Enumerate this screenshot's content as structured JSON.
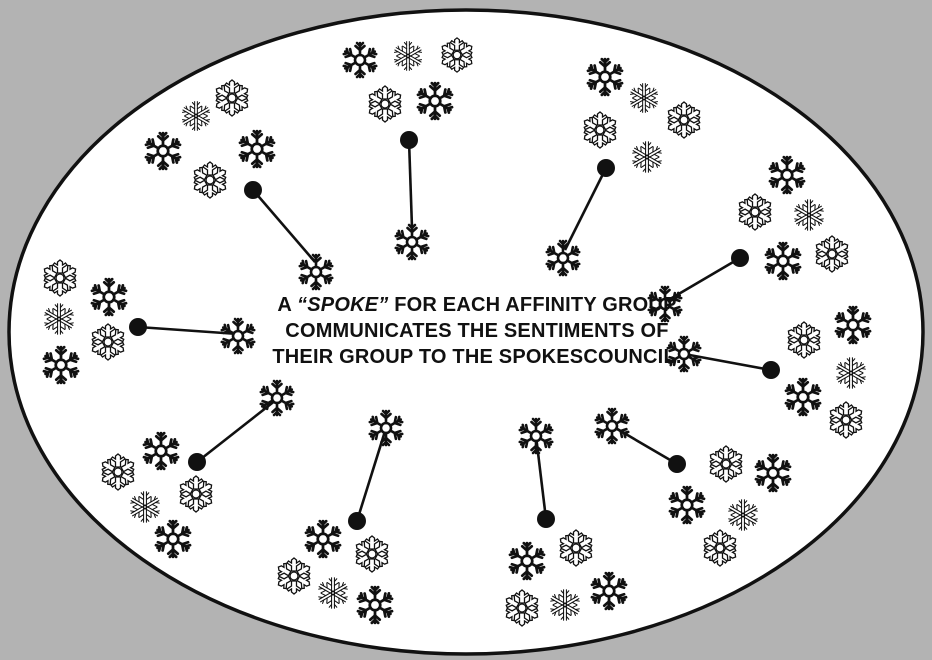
{
  "caption": {
    "prefix": "A ",
    "emphasis": "“SPOKE”",
    "rest": " FOR EACH AFFINITY GROUP COMMUNICATES THE SENTIMENTS OF THEIR GROUP TO THE SPOKESCOUNCIL."
  },
  "colors": {
    "background": "#b3b3b3",
    "council_fill": "#ffffff",
    "ink": "#111111"
  },
  "icons": [
    "snowflake-icon",
    "spoke-dot-icon"
  ],
  "spoke_count": 10
}
